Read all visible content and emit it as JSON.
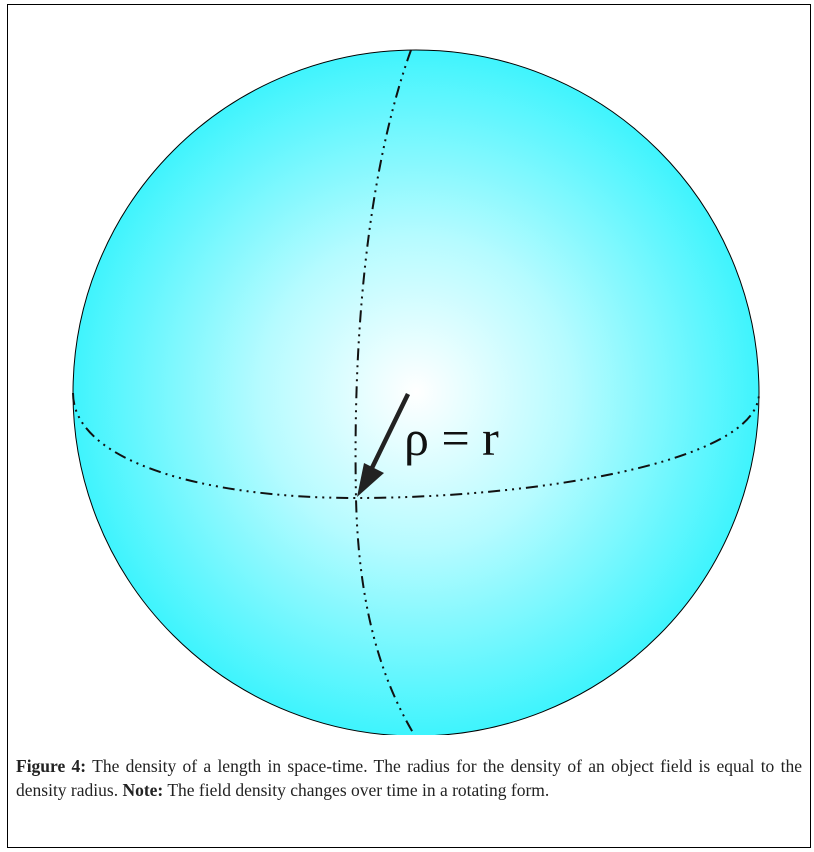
{
  "diagram": {
    "label": "ρ = r",
    "colors": {
      "sphere_center": "#ffffff",
      "sphere_mid": "#b6fbff",
      "sphere_edge": "#3ef4fd",
      "outline": "#000000",
      "dashed_lines": "#111111",
      "arrow": "#222222"
    }
  },
  "caption": {
    "figure_label": "Figure 4:",
    "text": " The density of a length in space-time. The radius for the density of an object field is equal to the density radius. ",
    "note_label": "Note:",
    "note_text": " The field density changes over time in a rotating form."
  }
}
